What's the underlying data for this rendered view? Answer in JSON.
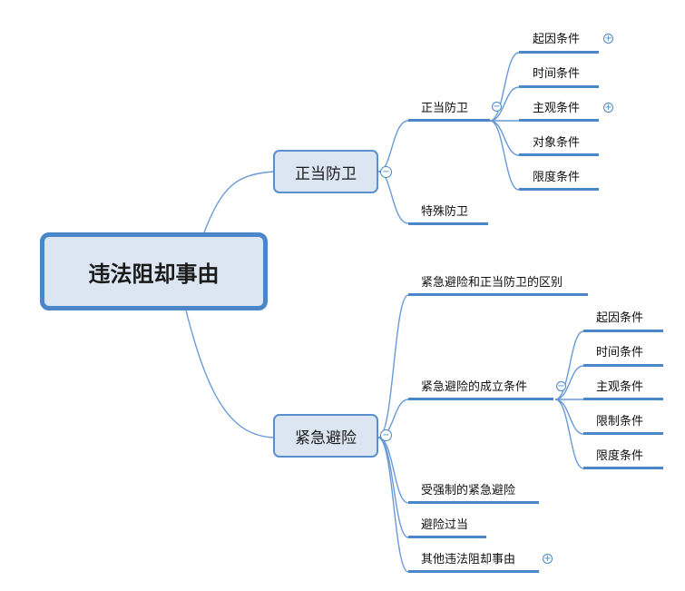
{
  "root": {
    "label": "违法阻却事由"
  },
  "branches": {
    "self_defense": {
      "label": "正当防卫",
      "children": {
        "normal": {
          "label": "正当防卫",
          "conditions": [
            "起因条件",
            "时间条件",
            "主观条件",
            "对象条件",
            "限度条件"
          ]
        },
        "special": {
          "label": "特殊防卫"
        }
      }
    },
    "necessity": {
      "label": "紧急避险",
      "children": {
        "difference": {
          "label": "紧急避险和正当防卫的区别"
        },
        "conditions": {
          "label": "紧急避险的成立条件",
          "items": [
            "起因条件",
            "时间条件",
            "主观条件",
            "限制条件",
            "限度条件"
          ]
        },
        "forced": {
          "label": "受强制的紧急避险"
        },
        "excess": {
          "label": "避险过当"
        },
        "other": {
          "label": "其他违法阻却事由"
        }
      }
    }
  },
  "toggles": {
    "collapse": "−",
    "expand": "+"
  },
  "colors": {
    "line": "#4a86c8",
    "node_fill": "#dce6f2"
  }
}
